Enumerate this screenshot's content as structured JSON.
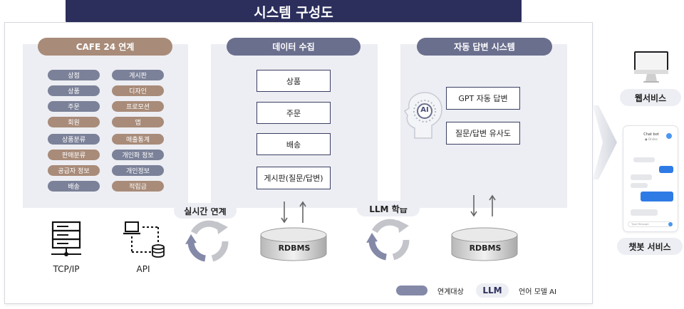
{
  "title": "시스템 구성도",
  "cafe24": {
    "header": "CAFE  24 연계",
    "left_tags": [
      "상점",
      "상품",
      "주문",
      "회원",
      "상품분류",
      "판매분류",
      "공급자 정보",
      "배송"
    ],
    "right_tags": [
      "게시판",
      "디자인",
      "프로모션",
      "앱",
      "매출통계",
      "개인화 정보",
      "개인정보",
      "적립금"
    ],
    "tcp_label": "TCP/IP",
    "api_label": "API"
  },
  "collect": {
    "header": "데이터 수집",
    "items": [
      "상품",
      "주문",
      "배송",
      "게시판(질문/답변)"
    ],
    "db_label": "RDBMS"
  },
  "auto": {
    "header": "자동 답변 시스템",
    "ai_label": "AI",
    "items": [
      "GPT 자동 답변",
      "질문/답변 유사도"
    ],
    "db_label": "RDBMS"
  },
  "cycles": {
    "realtime": "실시간 연계",
    "llm": "LLM 학습"
  },
  "services": {
    "web": "웹서비스",
    "chatbot": "챗봇 서비스",
    "chat_title": "Chat bot",
    "chat_sub": "● Online",
    "chat_input": "Type Message"
  },
  "legend": {
    "link_target": "연계대상",
    "llm_key": "LLM",
    "llm_desc": "언어 모델 AI"
  },
  "colors": {
    "navy": "#2c2f5c",
    "slate_pill": "#6b6f8e",
    "brown_pill": "#a88b79",
    "panel": "#edeef3",
    "chat_blue": "#2f7be6"
  }
}
